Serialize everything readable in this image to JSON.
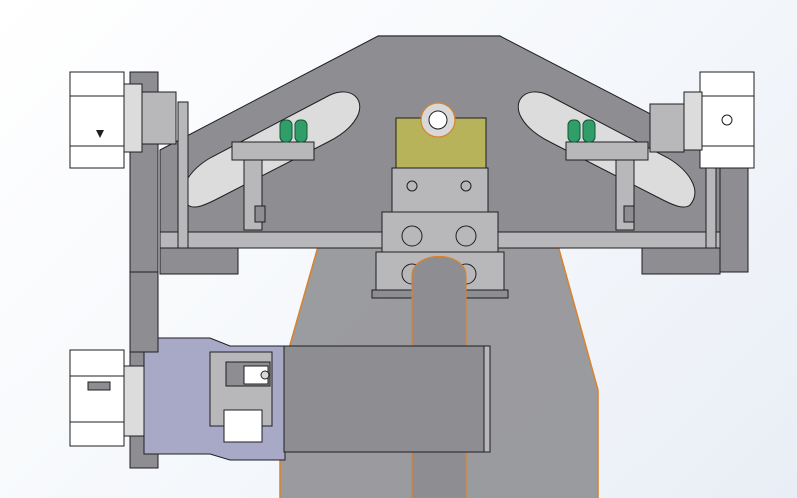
{
  "app": {
    "title": ""
  },
  "viewport": {
    "background": "#eef2f7",
    "description": ""
  },
  "model": {
    "colors": {
      "frame_gray": "#8e8e92",
      "frame_dark": "#6b6b6f",
      "edge": "#1f1f22",
      "selection_outline": "#d9822b",
      "clamp_block": "#b8b8ba",
      "yellow_block": "#b7b35b",
      "green_caps": "#2f9e68",
      "blue_gray_block": "#a8a9c6",
      "light_gray": "#dcdcdc",
      "white": "#ffffff"
    },
    "components": [
      "top-triangle-frame",
      "left-slot",
      "right-slot",
      "center-cylinder-block",
      "yellow-pad",
      "pulley-wheel",
      "left-hanger-bracket",
      "right-hanger-bracket",
      "left-spool",
      "right-spool",
      "bottom-left-spool",
      "crossbar",
      "vertical-column",
      "motor-housing",
      "long-bar",
      "green-indicators-left",
      "green-indicators-right",
      "selected-shape-outline"
    ]
  }
}
